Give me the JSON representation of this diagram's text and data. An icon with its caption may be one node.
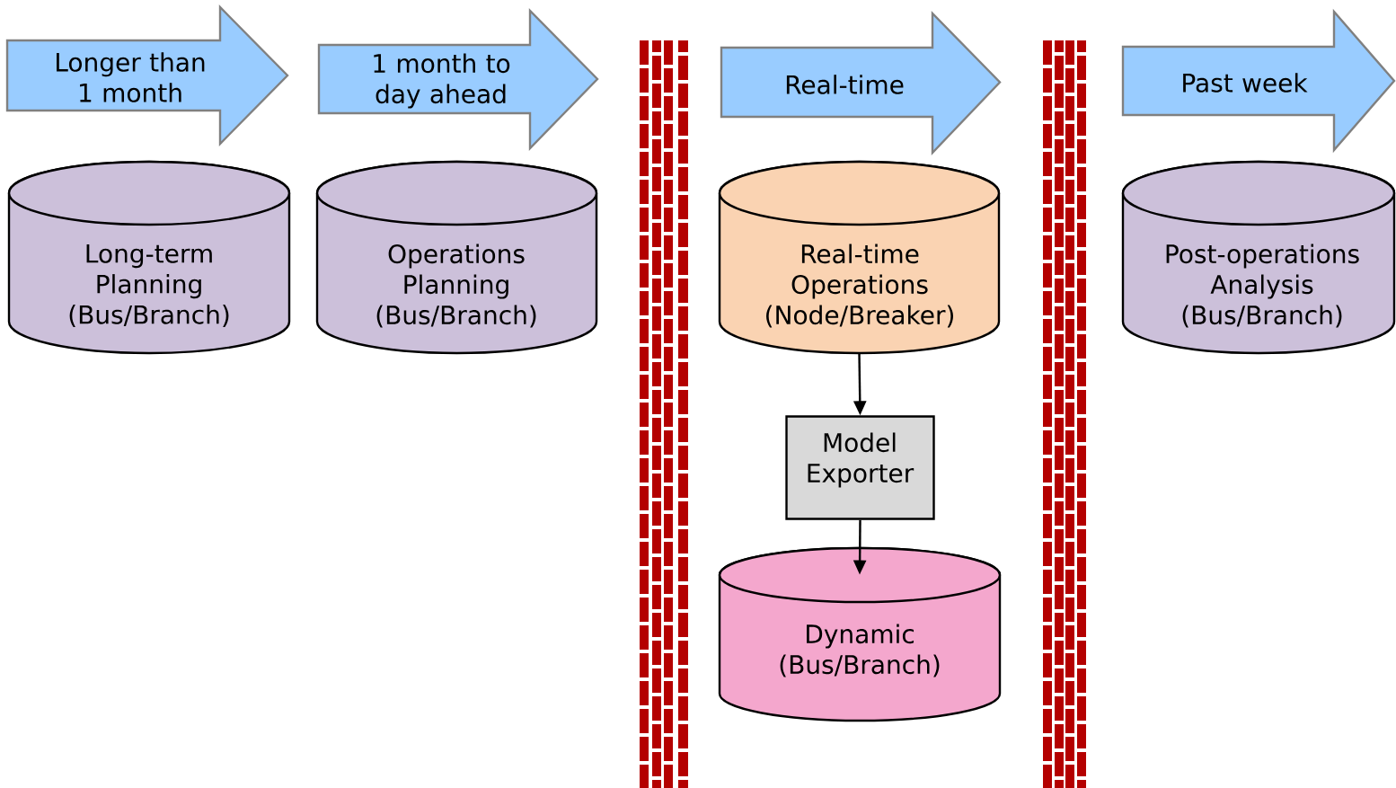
{
  "diagram": {
    "nodes": [
      {
        "text": [
          "Longer than 1 month"
        ]
      },
      {
        "text": [
          "1 month to day ahead"
        ]
      },
      {
        "text": [
          "Real-time"
        ]
      },
      {
        "text": [
          "Past week"
        ]
      },
      {
        "text": [
          "Long-term Planning (Bus/Branch)"
        ]
      },
      {
        "text": [
          "Operations Planning (Bus/Branch)"
        ]
      },
      {
        "text": [
          "Real-time Operations (Node/Breaker)"
        ]
      },
      {
        "text": [
          "Post-operations Analysis (Bus/Branch)"
        ]
      },
      {
        "text": [
          "Model Exporter"
        ]
      },
      {
        "text": [
          "Dynamic (Bus/Branch)"
        ]
      }
    ],
    "edges": [
      {
        "from": 6,
        "to": 8,
        "arrow": "to"
      },
      {
        "from": 8,
        "to": 9,
        "arrow": "to"
      }
    ]
  }
}
